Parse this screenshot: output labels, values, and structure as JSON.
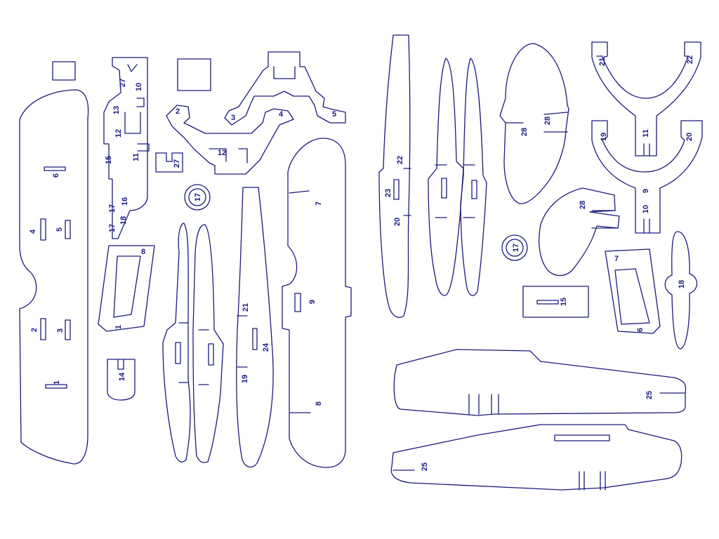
{
  "line_color": "#1a1a80",
  "background_color": "#ffffff",
  "labels": {
    "wl_4": "4",
    "wl_5": "5",
    "wl_6": "6",
    "wl_2": "2",
    "wl_3": "3",
    "wl_1": "1",
    "c_27": "27",
    "c_10": "10",
    "c_13": "13",
    "c_12": "12",
    "c_11": "11",
    "c_15": "15",
    "c_17a": "17",
    "c_16": "16",
    "c_17b": "17",
    "c_18": "18",
    "f_8": "8",
    "f_1": "1",
    "p_14": "14",
    "sq_27": "27",
    "fr_2": "2",
    "fr_3": "3",
    "fr_4": "4",
    "fr_5": "5",
    "fr_12": "12",
    "d_17a": "17",
    "r_21": "21",
    "r_24": "24",
    "r_19": "19",
    "wr_7": "7",
    "wr_9": "9",
    "wr_8": "8",
    "lw_22": "22",
    "lw_23": "23",
    "lw_20": "20",
    "t_28a": "28",
    "t_28b": "28",
    "t_28c": "28",
    "d_17b": "17",
    "y_21": "21",
    "y_22": "22",
    "y_11": "11",
    "y_19": "19",
    "y_20": "20",
    "y_9": "9",
    "y_10": "10",
    "f2_7": "7",
    "f2_6": "6",
    "b_15": "15",
    "pr_18": "18",
    "fu_25a": "25",
    "fu_25b": "25"
  }
}
